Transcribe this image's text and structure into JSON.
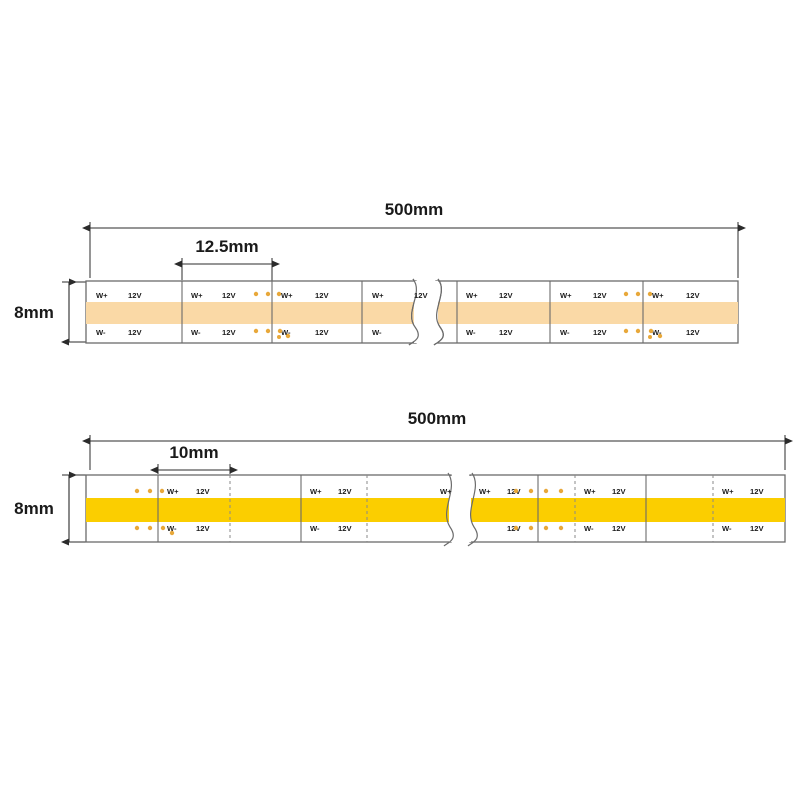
{
  "page": {
    "title": "LED COB Strip Dimension Diagram",
    "background_color": "#ffffff"
  },
  "colors": {
    "strip_warm_band": "#FAD9A6",
    "strip_yellow_band": "#FBCE00",
    "strip_body": "#ffffff",
    "outline": "#6b6b6b",
    "dimension_line": "#2b2b2b",
    "text": "#1a1a1a",
    "led_dot": "#E8A83A"
  },
  "diagrams": [
    {
      "id": "strip-warm-12-5mm",
      "length_label": "500mm",
      "cut_label": "12.5mm",
      "width_label": "8mm",
      "band_color": "#FAD9A6",
      "pad_positive": "W+",
      "pad_negative": "W-",
      "voltage": "12V",
      "segment_count_left": 4,
      "segment_count_right": 4
    },
    {
      "id": "strip-yellow-10mm",
      "length_label": "500mm",
      "cut_label": "10mm",
      "width_label": "8mm",
      "band_color": "#FBCE00",
      "pad_positive": "W+",
      "pad_negative": "W-",
      "voltage": "12V",
      "segment_count_left": 5,
      "segment_count_right": 5
    }
  ],
  "labels": {
    "length_top": "500mm",
    "length_bottom": "500mm",
    "cut_top": "12.5mm",
    "cut_bottom": "10mm",
    "width_top": "8mm",
    "width_bottom": "8mm",
    "pad_pos": "W+",
    "pad_neg": "W-",
    "voltage": "12V"
  }
}
